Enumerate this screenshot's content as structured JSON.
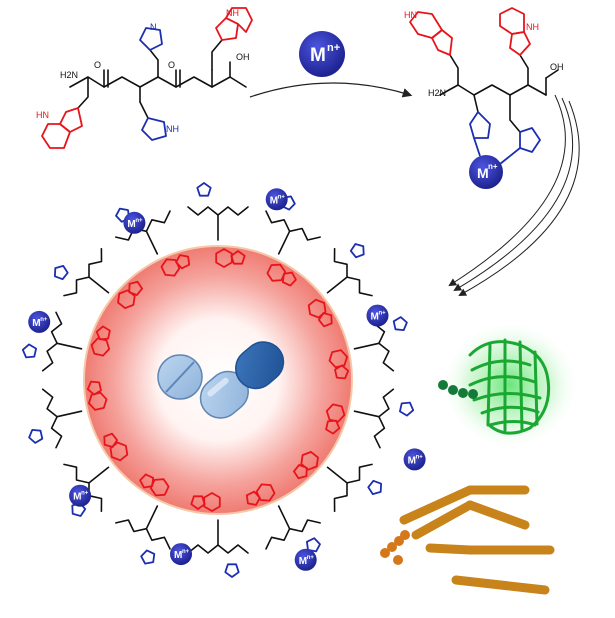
{
  "labels": {
    "metal_ion": "M",
    "metal_charge": "n+",
    "nh2": "H2N",
    "nh": "NH",
    "hn": "HN",
    "oh": "OH",
    "n": "N",
    "h": "H",
    "o": "O"
  },
  "colors": {
    "indole": "#e8141b",
    "imidazole": "#1b2fb0",
    "metal": "#2b2fb8",
    "particle_edge": "#f4b8a0",
    "particle_core": "#ffffff",
    "particle_glow": "#ef6f6b",
    "gfp": "#1fb43a",
    "antibody": "#c8841b"
  },
  "icons": [
    "pill-tablet-icon",
    "capsule-icon",
    "gfp-protein-icon",
    "antibody-icon"
  ]
}
